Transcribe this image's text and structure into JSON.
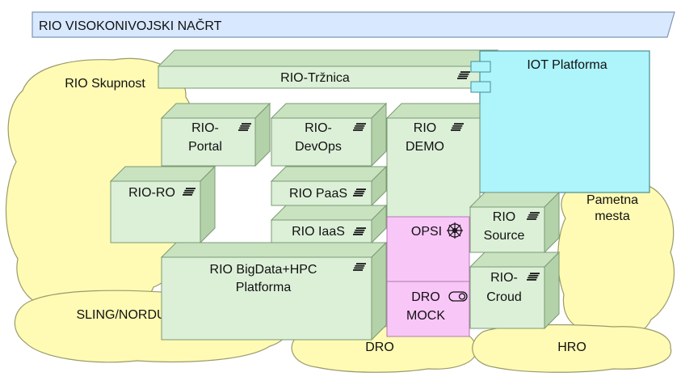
{
  "header": {
    "title": "RIO VISOKONIVOJSKI NAČRT"
  },
  "clouds": {
    "skupnost": "RIO Skupnost",
    "pametna_line1": "Pametna",
    "pametna_line2": "mesta",
    "sling": "SLING/NORDUGRID",
    "dro": "DRO",
    "hro": "HRO"
  },
  "components": {
    "trznica": "RIO-Tržnica",
    "iot": "IOT Platforma"
  },
  "nodes": {
    "portal": [
      "RIO-",
      "Portal"
    ],
    "devops": [
      "RIO-",
      "DevOps"
    ],
    "demo": [
      "RIO",
      "DEMO"
    ],
    "ro": "RIO-RO",
    "paas": "RIO  PaaS",
    "iaas": "RIO IaaS",
    "source": [
      "RIO",
      "Source"
    ],
    "bigdata": [
      "RIO BigData+HPC",
      "Platforma"
    ],
    "croud": [
      "RIO-",
      "Croud"
    ]
  },
  "pink": {
    "opsi": "OPSI",
    "dro_mock": [
      "DRO",
      "MOCK"
    ]
  },
  "icons": {
    "node": "stack-lines-icon",
    "opsi": "ship-wheel-icon",
    "mock": "toggle-icon"
  },
  "colors": {
    "banner": "#d8e8ff",
    "cloud": "#fffbb4",
    "node_front": "#dcf0d8",
    "node_top": "#c9e3c1",
    "node_side": "#b4d2aa",
    "iot": "#adf4fb",
    "pink": "#f9c6f8"
  }
}
